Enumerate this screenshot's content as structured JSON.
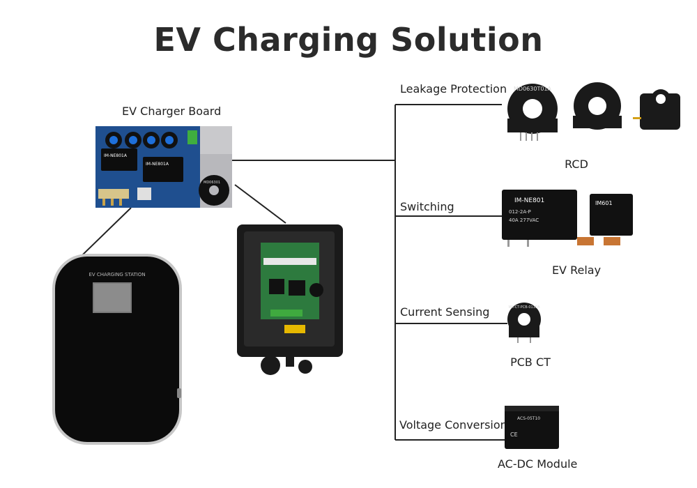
{
  "title": "EV Charging Solution",
  "board": {
    "label": "EV Charger Board",
    "rcd_text": "MD06301",
    "relay_text_1": "IM-NE801A",
    "relay_text_2": "IM-NE801A"
  },
  "station": {
    "screen_text": "EV CHARGING STATION"
  },
  "branches": [
    {
      "label": "Leakage Protection",
      "caption": "RCD",
      "product_text": "MD0630T01A"
    },
    {
      "label": "Switching",
      "caption": "EV Relay",
      "product_text": "IM-NE801",
      "product_sub1": "012-2A-P",
      "product_sub2": "40A 277VAC",
      "product_text_b": "IM601"
    },
    {
      "label": "Current Sensing",
      "caption": "PCB CT",
      "product_text": "WY-CT-PCB-0110A"
    },
    {
      "label": "Voltage Conversion",
      "caption": "AC-DC Module",
      "product_text": "ACS-05T10"
    }
  ],
  "colors": {
    "line": "#222222",
    "board_pcb": "#1f4f8f",
    "device_black": "#111111"
  }
}
